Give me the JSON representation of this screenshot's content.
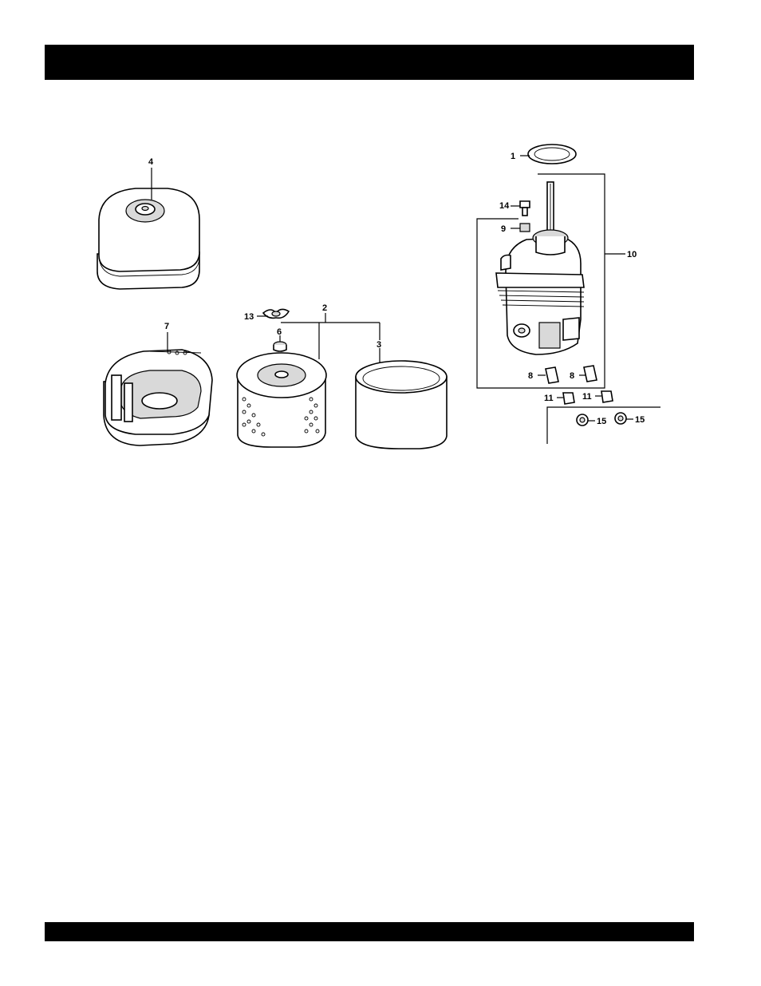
{
  "header": {
    "title": ""
  },
  "footer": {
    "text": ""
  },
  "callouts": {
    "p1": "1",
    "p2": "2",
    "p3": "3",
    "p4": "4",
    "p6": "6",
    "p7": "7",
    "p8a": "8",
    "p8b": "8",
    "p9": "9",
    "p10": "10",
    "p11a": "11",
    "p11b": "11",
    "p13": "13",
    "p14": "14",
    "p15a": "15",
    "p15b": "15"
  },
  "parts": [
    {
      "id": "cover",
      "icon": "air-cleaner-cover-icon"
    },
    {
      "id": "case",
      "icon": "air-cleaner-case-icon"
    },
    {
      "id": "element",
      "icon": "paper-element-icon"
    },
    {
      "id": "foam",
      "icon": "foam-element-icon"
    },
    {
      "id": "elbow",
      "icon": "air-cleaner-elbow-icon"
    }
  ]
}
